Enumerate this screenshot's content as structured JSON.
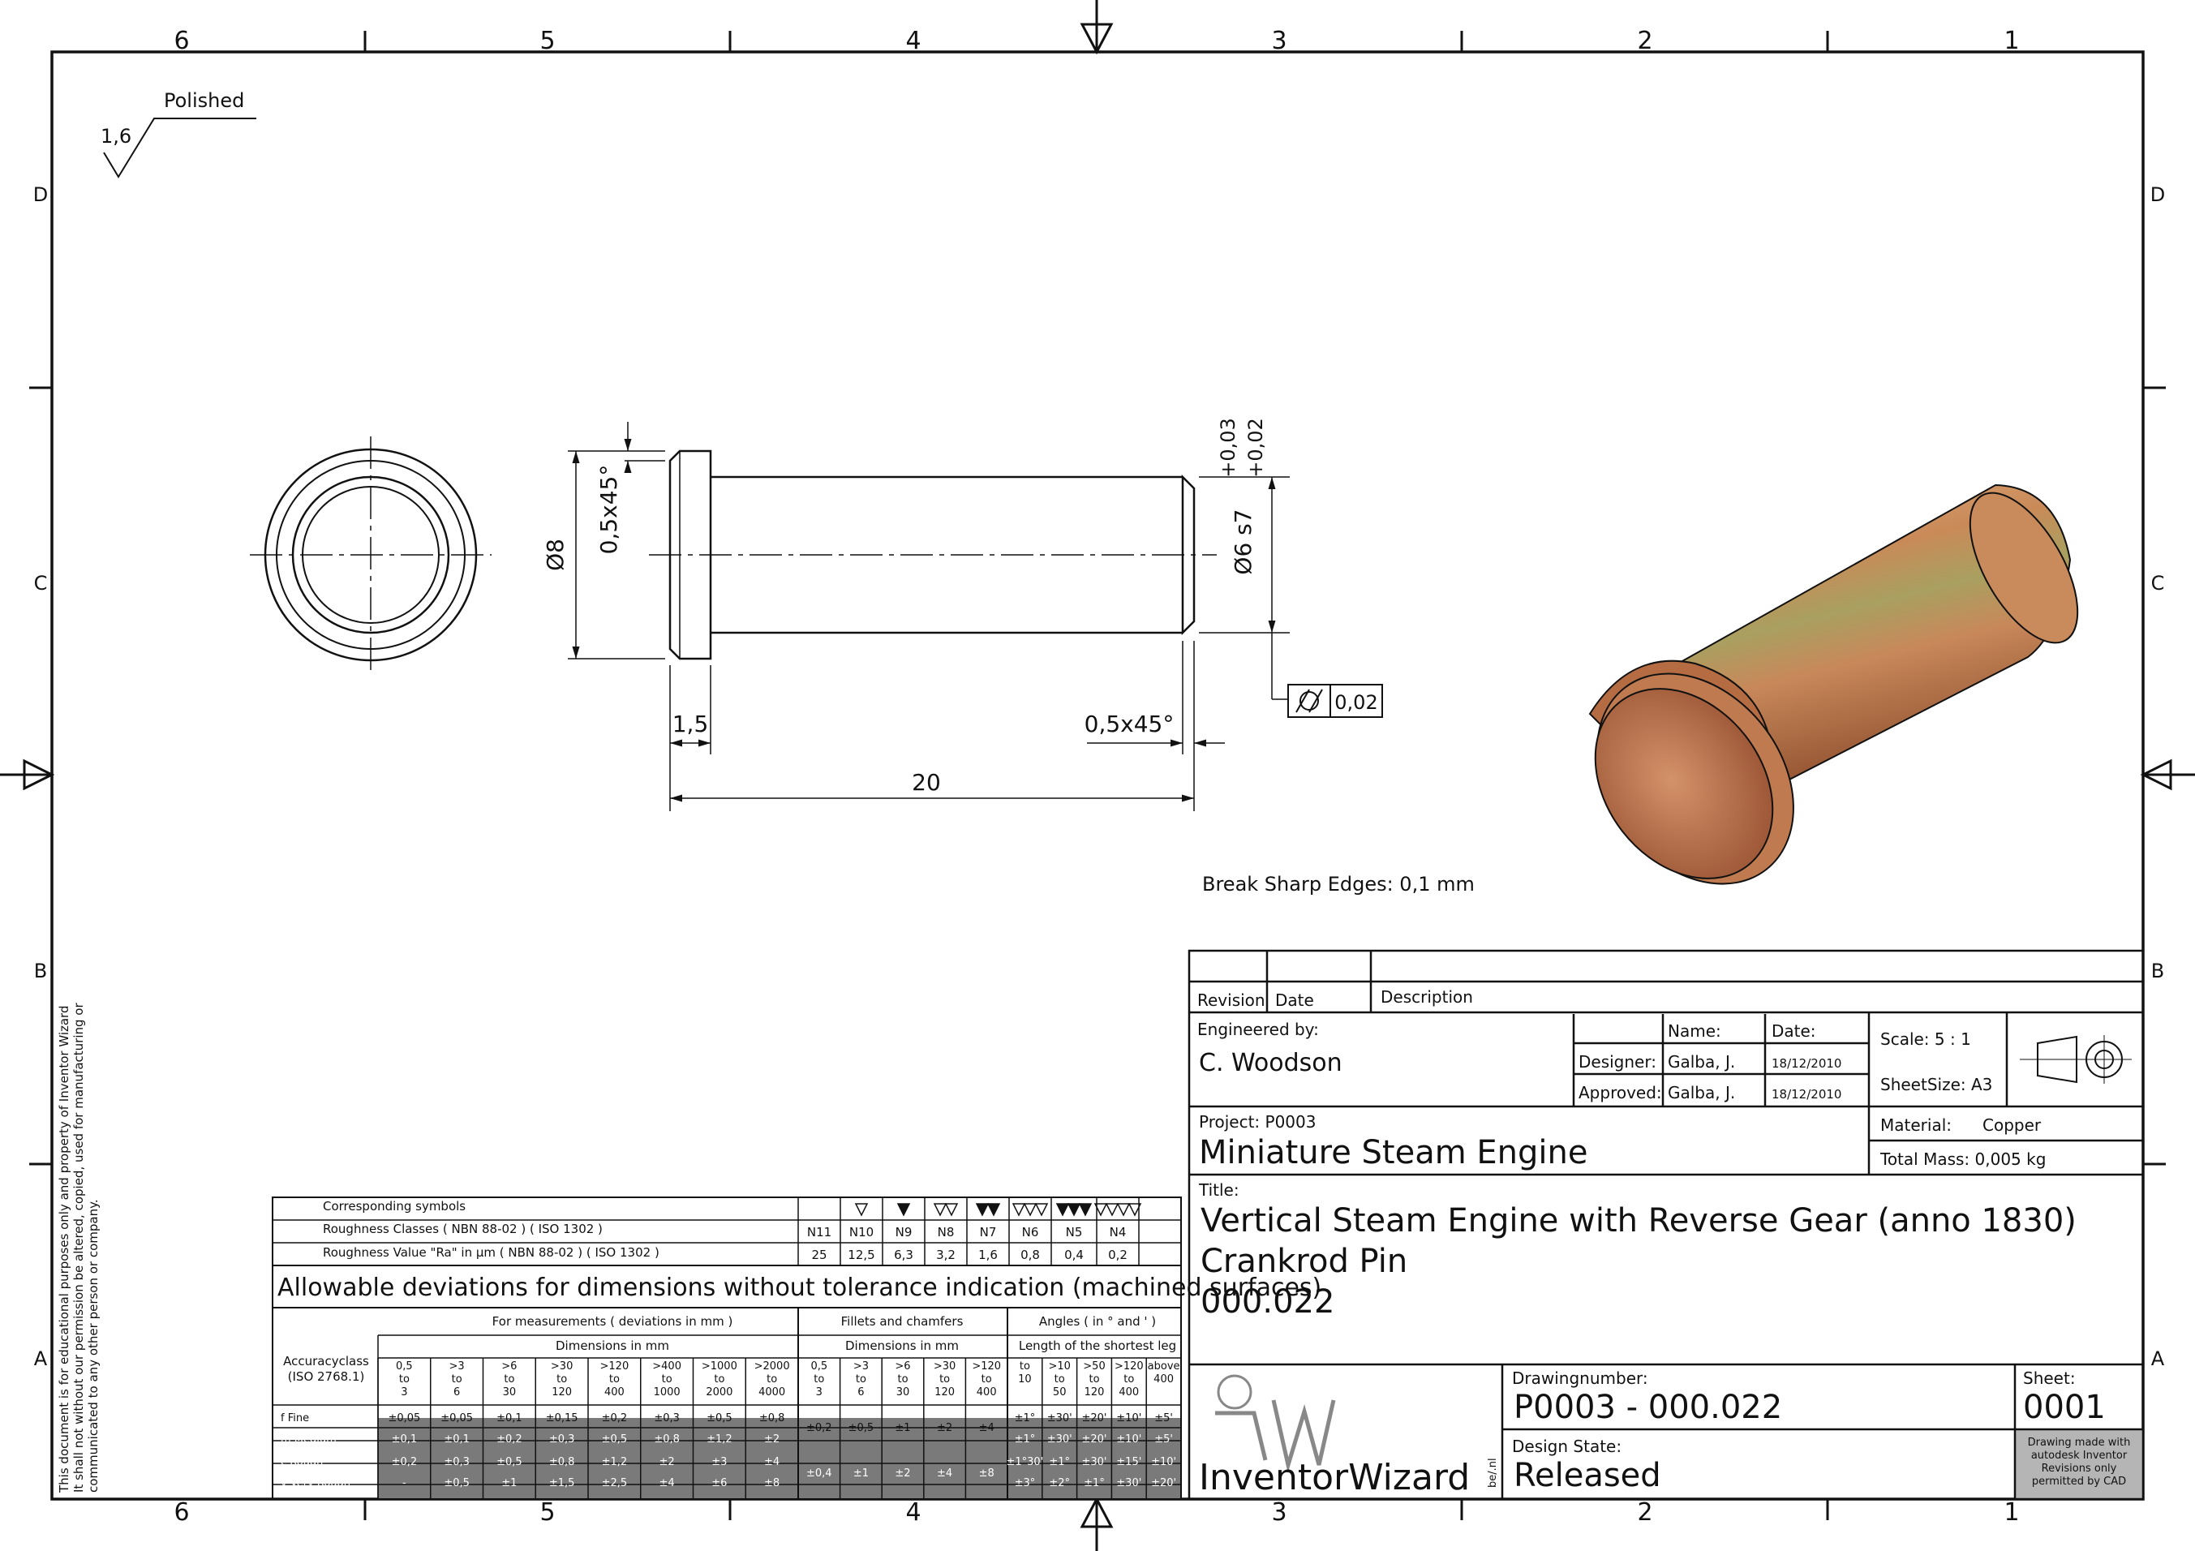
{
  "frame": {
    "col_labels": [
      "6",
      "5",
      "4",
      "3",
      "2",
      "1"
    ],
    "row_labels": [
      "D",
      "C",
      "B",
      "A"
    ]
  },
  "surface": {
    "value": "1,6",
    "note": "Polished"
  },
  "dims": {
    "dia8": "Ø8",
    "chamfer_left": "0,5x45°",
    "dia6": "Ø6 s7",
    "tol_upper": "+0,03",
    "tol_lower": "+0,02",
    "len15": "1,5",
    "chamfer_right": "0,5x45°",
    "len20": "20",
    "cyl_tol": "0,02"
  },
  "break_edges": "Break Sharp Edges: 0,1 mm",
  "roughness": {
    "row1": "Corresponding symbols",
    "row2": "Roughness Classes ( NBN 88-02 ) ( ISO 1302 )",
    "row3": "Roughness Value \"Ra\" in µm ( NBN 88-02 ) ( ISO 1302 )",
    "classes": [
      "N11",
      "N10",
      "N9",
      "N8",
      "N7",
      "N6",
      "N5",
      "N4"
    ],
    "values": [
      "25",
      "12,5",
      "6,3",
      "3,2",
      "1,6",
      "0,8",
      "0,4",
      "0,2"
    ]
  },
  "deviations": {
    "title": "Allowable deviations for dimensions without tolerance indication (machined surfaces)",
    "sec1": "For measurements ( deviations in mm )",
    "sec2": "Fillets and chamfers",
    "sec3": "Angles ( in ° and ' )",
    "sub1": "Dimensions in mm",
    "sub2": "Dimensions in mm",
    "sub3": "Length of the shortest leg",
    "acc_label1": "Accuracyclass",
    "acc_label2": "(ISO 2768.1)",
    "meas_ranges": [
      [
        "0,5",
        "to",
        "3"
      ],
      [
        ">3",
        "to",
        "6"
      ],
      [
        ">6",
        "to",
        "30"
      ],
      [
        ">30",
        "to",
        "120"
      ],
      [
        ">120",
        "to",
        "400"
      ],
      [
        ">400",
        "to",
        "1000"
      ],
      [
        ">1000",
        "to",
        "2000"
      ],
      [
        ">2000",
        "to",
        "4000"
      ]
    ],
    "fillet_ranges": [
      [
        "0,5",
        "to",
        "3"
      ],
      [
        ">3",
        "to",
        "6"
      ],
      [
        ">6",
        "to",
        "30"
      ],
      [
        ">30",
        "to",
        "120"
      ],
      [
        ">120",
        "to",
        "400"
      ]
    ],
    "angle_ranges": [
      [
        "to",
        "10",
        ""
      ],
      [
        ">10",
        "to",
        "50"
      ],
      [
        ">50",
        "to",
        "120"
      ],
      [
        ">120",
        "to",
        "400"
      ],
      [
        "above",
        "400",
        ""
      ]
    ],
    "rows": [
      {
        "name": "f  Fine",
        "meas": [
          "±0,05",
          "±0,05",
          "±0,1",
          "±0,15",
          "±0,2",
          "±0,3",
          "±0,5",
          "±0,8"
        ],
        "ang": [
          "±1°",
          "±30'",
          "±20'",
          "±10'",
          "±5'"
        ]
      },
      {
        "name": "m  Medium",
        "meas": [
          "±0,1",
          "±0,1",
          "±0,2",
          "±0,3",
          "±0,5",
          "±0,8",
          "±1,2",
          "±2"
        ],
        "ang": [
          "±1°",
          "±30'",
          "±20'",
          "±10'",
          "±5'"
        ]
      },
      {
        "name": "c  Rough",
        "meas": [
          "±0,2",
          "±0,3",
          "±0,5",
          "±0,8",
          "±1,2",
          "±2",
          "±3",
          "±4"
        ],
        "ang": [
          "±1°30'",
          "±1°",
          "±30'",
          "±15'",
          "±10'"
        ]
      },
      {
        "name": "v  Very Rough",
        "meas": [
          "-",
          "±0,5",
          "±1",
          "±1,5",
          "±2,5",
          "±4",
          "±6",
          "±8"
        ],
        "ang": [
          "±3°",
          "±2°",
          "±1°",
          "±30'",
          "±20'"
        ]
      }
    ],
    "fillet_fm": [
      "±0,2",
      "±0,5",
      "±1",
      "±2",
      "±4"
    ],
    "fillet_cv": [
      "±0,4",
      "±1",
      "±2",
      "±4",
      "±8"
    ]
  },
  "side_note": [
    "This document is for educational purposes only and property of Inventor Wizard",
    "It shall not without our permission be altered, copied, used for manufacturing or",
    "communicated to any other person or company."
  ],
  "title_block": {
    "revision_label": "Revision",
    "date_label": "Date",
    "description_label": "Description",
    "engineered_label": "Engineered by:",
    "engineer": "C. Woodson",
    "name_label": "Name:",
    "date_col_label": "Date:",
    "designer_label": "Designer:",
    "designer": "Galba, J.",
    "designer_date": "18/12/2010",
    "approved_label": "Approved:",
    "approver": "Galba, J.",
    "approved_date": "18/12/2010",
    "scale": "Scale: 5 : 1",
    "sheetsize": "SheetSize: A3",
    "project_label": "Project: P0003",
    "project": "Miniature Steam Engine",
    "material_label": "Material:",
    "material": "Copper",
    "mass": "Total Mass: 0,005 kg",
    "title_label": "Title:",
    "title1": "Vertical Steam Engine with Reverse Gear (anno 1830)",
    "title2": "Crankrod Pin",
    "title3": "000.022",
    "logo_text": "InventorWizard",
    "logo_small": "be/.nl",
    "drawingnumber_label": "Drawingnumber:",
    "drawingnumber": "P0003 - 000.022",
    "sheet_label": "Sheet:",
    "sheet": "0001",
    "state_label": "Design State:",
    "state": "Released",
    "inventor_note": [
      "Drawing made with",
      "autodesk Inventor",
      "Revisions only",
      "permitted by CAD"
    ]
  }
}
